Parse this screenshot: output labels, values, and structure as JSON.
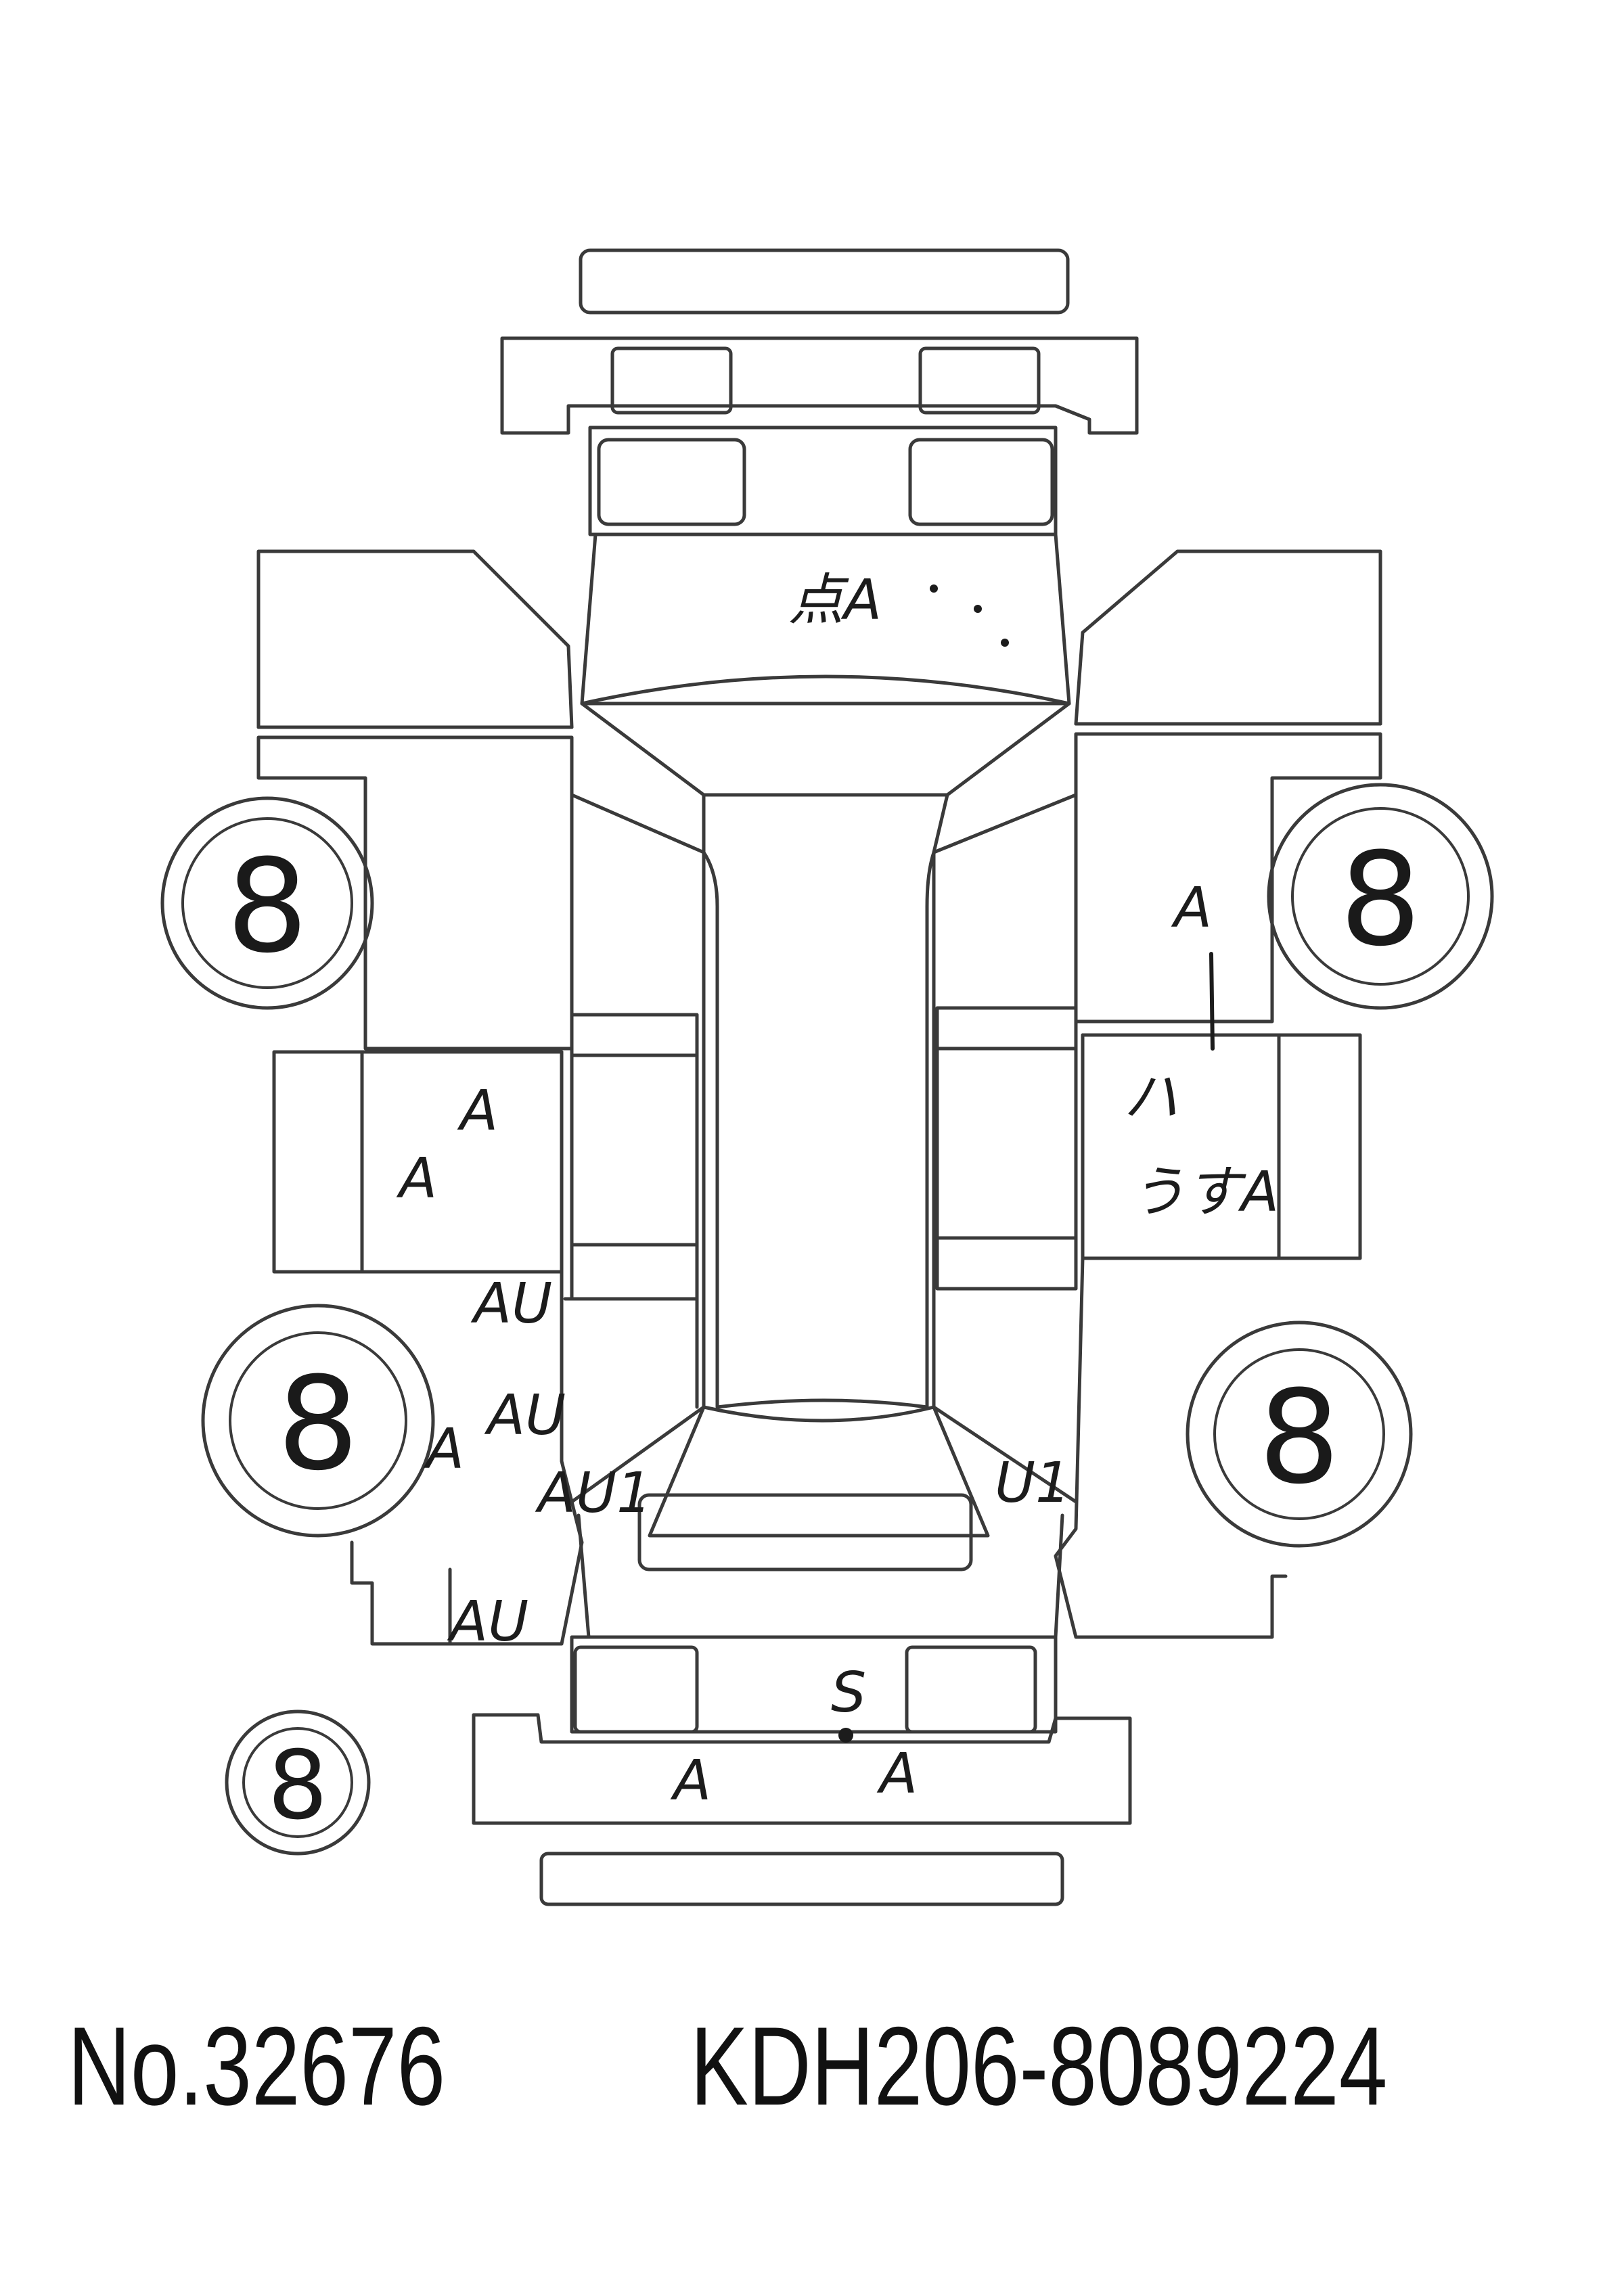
{
  "footer": {
    "stock_number": "No.32676",
    "chassis_number": "KDH206-8089224"
  },
  "tires": {
    "front_left": "8",
    "front_right": "8",
    "rear_left": "8",
    "rear_right": "8",
    "spare": "8"
  },
  "damage_marks": {
    "roof": "点A",
    "right_front_door_upper": "A",
    "right_rear_door_hi": "ハ",
    "right_rear_door_usu": "うすA",
    "left_rear_door_a1": "A",
    "left_rear_door_a2": "A",
    "left_quarter_au1": "AU",
    "left_quarter_au2": "AU",
    "left_quarter_a": "A",
    "left_tail_au1": "AU1",
    "right_tail_u1": "U1",
    "left_rear_corner_au": "AU",
    "rear_s": "S",
    "rear_bumper_a1": "A",
    "rear_bumper_a2": "A"
  },
  "colors": {
    "line": "#3a3a3a",
    "ink": "#1c1c1c",
    "background": "#ffffff"
  }
}
